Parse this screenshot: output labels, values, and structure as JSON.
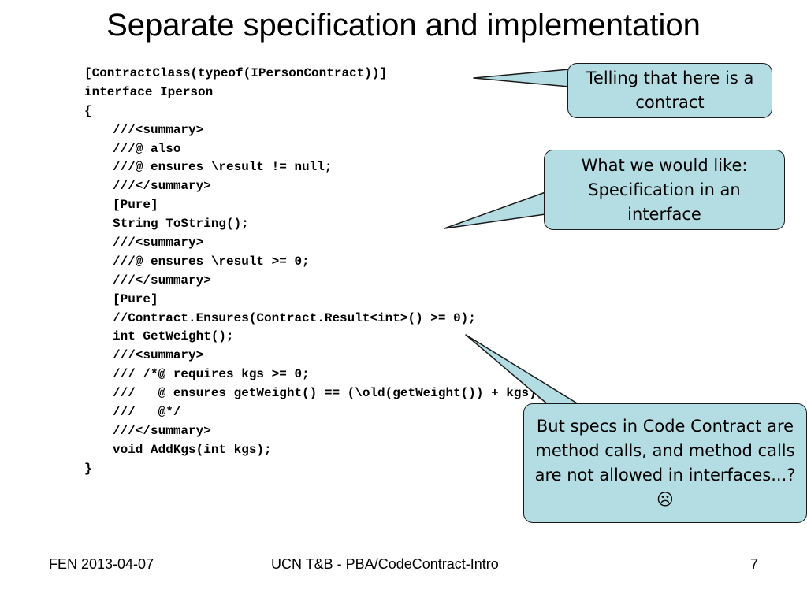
{
  "slide": {
    "title": "Separate specification and implementation",
    "code_lines": [
      "[ContractClass(typeof(IPersonContract))]",
      "interface Iperson",
      "{",
      "///<summary>",
      "///@ also",
      "///@ ensures \\result != null;",
      "///</summary>",
      "[Pure]",
      "String ToString();",
      "///<summary>",
      "///@ ensures \\result >= 0;",
      "///</summary>",
      "[Pure]",
      "//Contract.Ensures(Contract.Result<int>() >= 0);",
      "int GetWeight();",
      "///<summary>",
      "/// /*@ requires kgs >= 0;",
      "///   @ ensures getWeight() == (\\old(getWeight()) + kgs);",
      "///   @*/",
      "///</summary>",
      "void AddKgs(int kgs);",
      "}"
    ],
    "callouts": {
      "contract_note": "Telling that here is a contract",
      "interface_note": "What we would like: Specification in an interface",
      "method_calls_note": "But specs in Code Contract are method calls, and method calls are not allowed in interfaces...?☹"
    },
    "callout_color": "#b4dde3"
  },
  "footer": {
    "left": "FEN 2013-04-07",
    "center": "UCN T&B - PBA/CodeContract-Intro",
    "page_number": "7"
  }
}
